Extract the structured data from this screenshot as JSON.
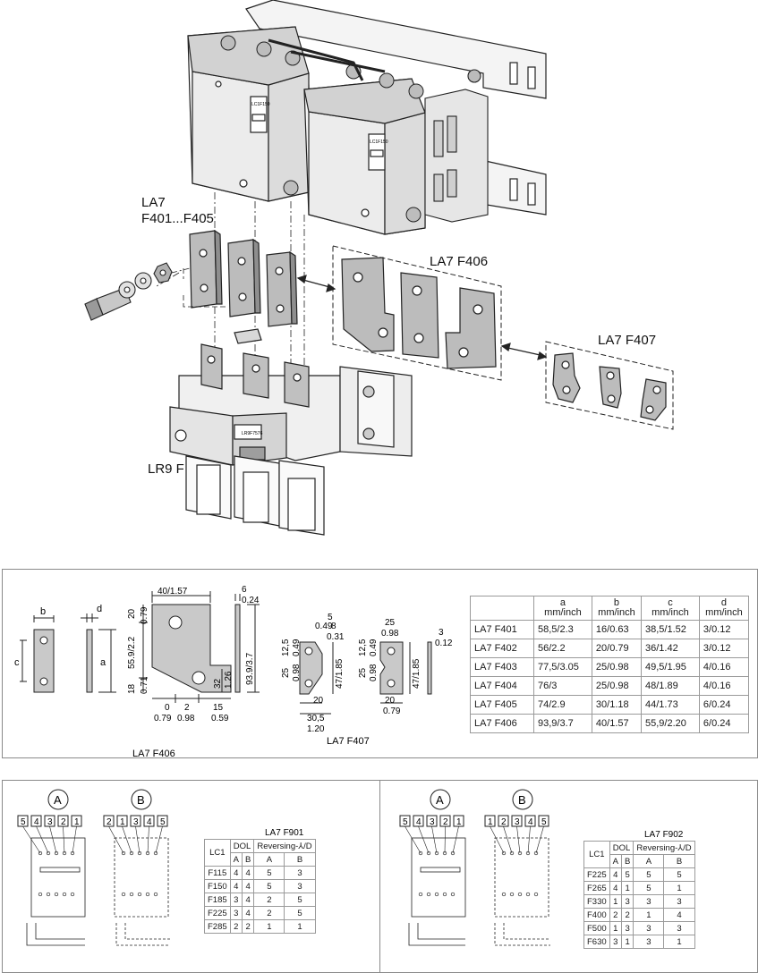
{
  "exploded_view": {
    "label_la7_f401": "LA7",
    "label_la7_f401_range": "F401...F405",
    "label_la7_f406": "LA7 F406",
    "label_la7_f407": "LA7 F407",
    "label_lr9f": "LR9 F",
    "contactor_tag_left": "LC1F150",
    "contactor_tag_right": "LC1F150",
    "relay_tag": "LR9F7576"
  },
  "dimensions": {
    "dim_b": "b",
    "dim_d": "d",
    "dim_c": "c",
    "dim_a": "a",
    "f406_top": "40/1.57",
    "f406_top_h": "20",
    "f406_top_h2": "0.79",
    "f406_left": "55.9/2.2",
    "f406_bot_h": "18",
    "f406_bot_h2": "0.71",
    "f406_right_h": "32",
    "f406_right_h2": "1.26",
    "f406_total_h": "93.9/3.7",
    "f406_b1": "0",
    "f406_b2": "2",
    "f406_b3": "15",
    "f406_c1": "0.79",
    "f406_c2": "0.98",
    "f406_c3": "0.59",
    "f406_thk": "6",
    "f406_thk2": "0.24",
    "f406_caption": "LA7 F406",
    "f407_caption": "LA7 F407",
    "f407a_hole": "12,5",
    "f407a_hole2": "0.49",
    "f407a_r": "5",
    "f407a_r2": "0.49",
    "f407a_w": "8",
    "f407a_w2": "0.31",
    "f407a_left": "25",
    "f407a_left2": "0.98",
    "f407a_h": "47/1.85",
    "f407a_b": "20",
    "f407a_tot": "30,5",
    "f407a_tot2": "1.20",
    "f407b_top": "25",
    "f407b_top2": "0.98",
    "f407b_hole": "12,5",
    "f407b_hole2": "0.49",
    "f407b_left": "25",
    "f407b_left2": "0.98",
    "f407b_h": "47/1.85",
    "f407b_b": "20",
    "f407b_b2": "0.79",
    "f407_thk": "3",
    "f407_thk2": "0.12"
  },
  "spec_table": {
    "headers": [
      {
        "l1": "",
        "l2": ""
      },
      {
        "l1": "a",
        "l2": "mm/inch"
      },
      {
        "l1": "b",
        "l2": "mm/inch"
      },
      {
        "l1": "c",
        "l2": "mm/inch"
      },
      {
        "l1": "d",
        "l2": "mm/inch"
      }
    ],
    "rows": [
      [
        "LA7 F401",
        "58,5/2.3",
        "16/0.63",
        "38,5/1.52",
        "3/0.12"
      ],
      [
        "LA7 F402",
        "56/2.2",
        "20/0.79",
        "36/1.42",
        "3/0.12"
      ],
      [
        "LA7 F403",
        "77,5/3.05",
        "25/0.98",
        "49,5/1.95",
        "4/0.16"
      ],
      [
        "LA7 F404",
        "76/3",
        "25/0.98",
        "48/1.89",
        "4/0.16"
      ],
      [
        "LA7 F405",
        "74/2.9",
        "30/1.18",
        "44/1.73",
        "6/0.24"
      ],
      [
        "LA7  F406",
        "93,9/3.7",
        "40/1.57",
        "55,9/2.20",
        "6/0.24"
      ]
    ]
  },
  "connection_left": {
    "circle_a": "A",
    "circle_b": "B",
    "terminals_a": [
      "5",
      "4",
      "3",
      "2",
      "1"
    ],
    "terminals_b": [
      "2",
      "1",
      "3",
      "4",
      "5"
    ],
    "table_title": "LA7 F901",
    "col_lc1": "LC1",
    "col_dol": "DOL",
    "col_rev": "Reversing-⅄/D",
    "sub": [
      "A",
      "B",
      "A",
      "B"
    ],
    "rows": [
      [
        "F115",
        "4",
        "4",
        "5",
        "3"
      ],
      [
        "F150",
        "4",
        "4",
        "5",
        "3"
      ],
      [
        "F185",
        "3",
        "4",
        "2",
        "5"
      ],
      [
        "F225",
        "3",
        "4",
        "2",
        "5"
      ],
      [
        "F285",
        "2",
        "2",
        "1",
        "1"
      ]
    ]
  },
  "connection_right": {
    "circle_a": "A",
    "circle_b": "B",
    "terminals_a": [
      "5",
      "4",
      "3",
      "2",
      "1"
    ],
    "terminals_b": [
      "1",
      "2",
      "3",
      "4",
      "5"
    ],
    "table_title": "LA7 F902",
    "col_lc1": "LC1",
    "col_dol": "DOL",
    "col_rev": "Reversing-⅄/D",
    "sub": [
      "A",
      "B",
      "A",
      "B"
    ],
    "rows": [
      [
        "F225",
        "4",
        "5",
        "5",
        "5"
      ],
      [
        "F265",
        "4",
        "1",
        "5",
        "1"
      ],
      [
        "F330",
        "1",
        "3",
        "3",
        "3"
      ],
      [
        "F400",
        "2",
        "2",
        "1",
        "4"
      ],
      [
        "F500",
        "1",
        "3",
        "3",
        "3"
      ],
      [
        "F630",
        "3",
        "1",
        "3",
        "1"
      ]
    ]
  },
  "colors": {
    "metal": "#c9c9c9",
    "metal_dark": "#9b9b9b",
    "line": "#222222",
    "frame": "#8a8a8a"
  }
}
